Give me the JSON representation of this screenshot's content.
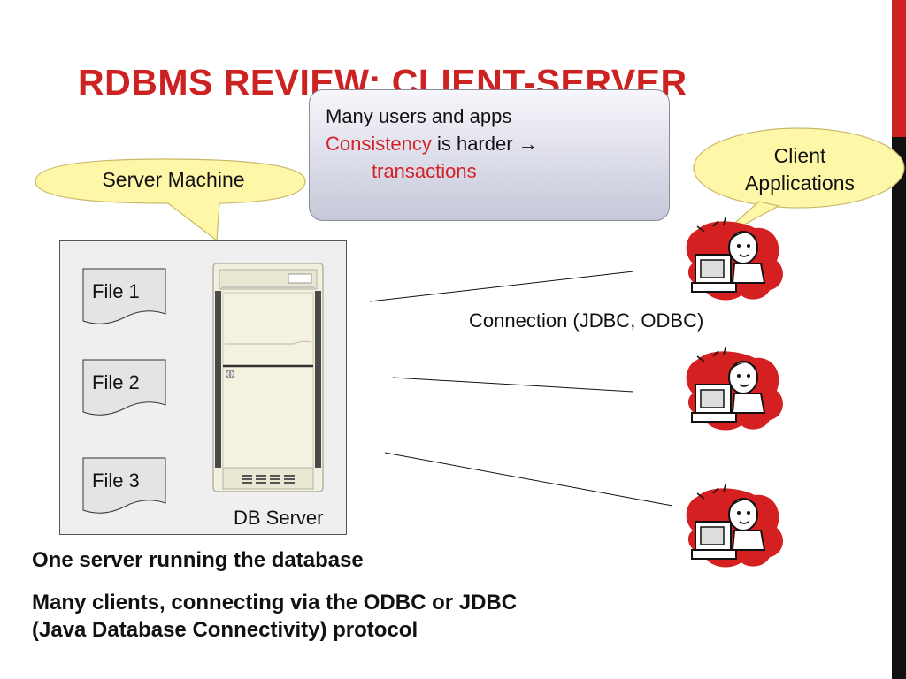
{
  "title": "RDBMS REVIEW: CLIENT-SERVER",
  "colors": {
    "title": "#cc2222",
    "accent_red": "#cc2222",
    "accent_dark": "#111111",
    "bubble_fill": "#fff7a8",
    "highlight": "#d4202a"
  },
  "callout": {
    "line1": "Many users and apps",
    "line2_red": "Consistency",
    "line2_rest": " is harder ",
    "arrow": "→",
    "line3": "transactions"
  },
  "server_machine_label": "Server Machine",
  "client_bubble": {
    "line1": "Client",
    "line2": "Applications"
  },
  "files": [
    "File 1",
    "File 2",
    "File 3"
  ],
  "db_label": "DB Server",
  "connection_label": "Connection (JDBC, ODBC)",
  "bullets": [
    "One server running the database",
    "Many clients, connecting via the ODBC or JDBC",
    "(Java Database Connectivity) protocol"
  ]
}
